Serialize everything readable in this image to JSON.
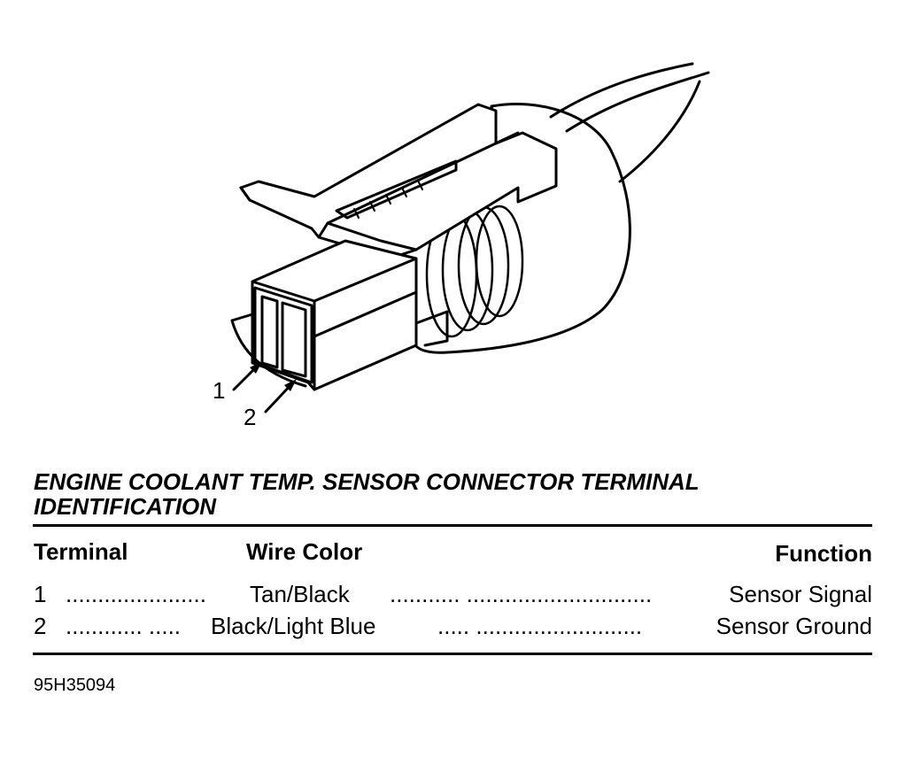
{
  "figure": {
    "callouts": [
      "1",
      "2"
    ],
    "title": "ENGINE COOLANT TEMP. SENSOR CONNECTOR TERMINAL IDENTIFICATION",
    "table": {
      "headers": {
        "terminal": "Terminal",
        "wire_color": "Wire Color",
        "function": "Function"
      },
      "rows": [
        {
          "terminal": "1",
          "dots_a": "......................",
          "wire_color": "Tan/Black",
          "dots_b": "...........  .............................",
          "function": "Sensor Signal"
        },
        {
          "terminal": "2",
          "dots_a": "............ .....",
          "wire_color": "Black/Light Blue",
          "dots_b": "..... ..........................",
          "function": "Sensor Ground"
        }
      ]
    },
    "figure_id": "95H35094"
  }
}
